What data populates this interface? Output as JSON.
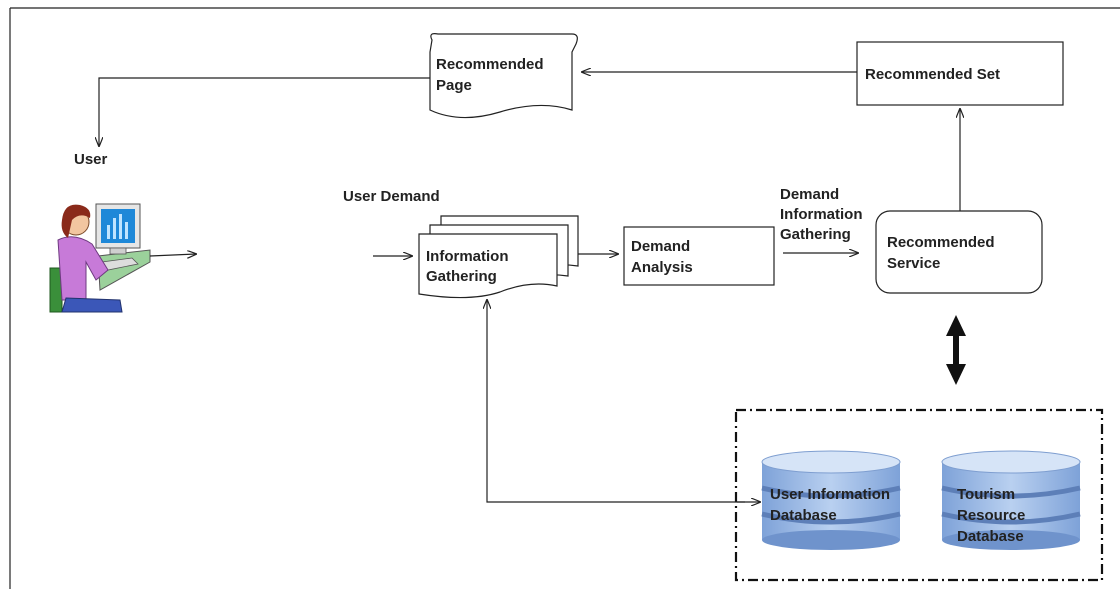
{
  "nodes": {
    "recommended_page": {
      "lines": [
        "Recommended",
        "Page"
      ]
    },
    "recommended_set": {
      "lines": [
        "Recommended Set"
      ]
    },
    "user": {
      "label": "User"
    },
    "user_demand": {
      "label": "User Demand"
    },
    "information_gathering": {
      "lines": [
        "Information",
        "Gathering"
      ]
    },
    "demand_analysis": {
      "lines": [
        "Demand",
        "Analysis"
      ]
    },
    "demand_information_gathering": {
      "lines": [
        "Demand",
        "Information",
        "Gathering"
      ]
    },
    "recommended_service": {
      "lines": [
        "Recommended",
        "Service"
      ]
    },
    "user_information_database": {
      "lines": [
        "User Information",
        "Database"
      ]
    },
    "tourism_resource_database": {
      "lines": [
        "Tourism",
        "Resource",
        "Database"
      ]
    }
  },
  "colors": {
    "line": "#222222",
    "db_top": "#c9dcf4",
    "db_body": "#8fb0e0",
    "db_band": "#6f93cc",
    "monitor_screen": "#1e88d8",
    "person_shirt": "#c77ad8",
    "person_hair": "#8a2a1a",
    "chair": "#3a8f3a"
  },
  "icons": {
    "user_at_computer": "user-computer-icon",
    "database": "database-icon"
  }
}
